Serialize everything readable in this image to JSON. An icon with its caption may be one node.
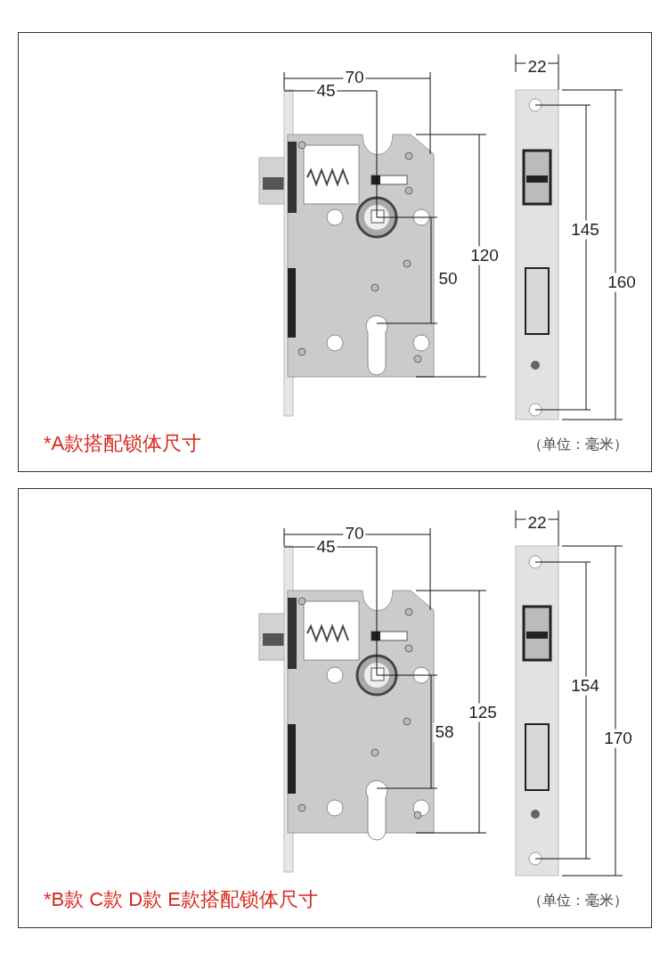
{
  "diagram": {
    "nodes": [
      {
        "text": [
          "*A款搭配锁体尺寸",
          "（单位：毫米）"
        ]
      },
      {
        "text": [
          "*B款 C款 D款 E款搭配锁体尺寸",
          "（单位：毫米）"
        ]
      }
    ],
    "labels": [
      "70",
      "45",
      "22",
      "120",
      "50",
      "145",
      "160",
      "70",
      "45",
      "22",
      "125",
      "58",
      "154",
      "170"
    ]
  }
}
